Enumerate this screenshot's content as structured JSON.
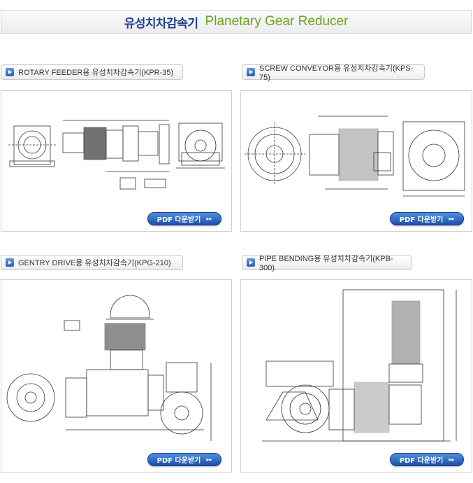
{
  "header": {
    "title_ko": "유성치차감속기",
    "title_en": "Planetary Gear Reducer"
  },
  "products": [
    {
      "label": "ROTARY FEEDER용 유성치차감속기(KPR-35)",
      "button": "PDF 다운받기"
    },
    {
      "label": "SCREW CONVEYOR용 유성치차감속기(KPS-75)",
      "button": "PDF 다운받기"
    },
    {
      "label": "GENTRY DRIVE용 유성치차감속기(KPG-210)",
      "button": "PDF 다운받기"
    },
    {
      "label": "PIPE BENDING용 유성치차감속기(KPB-300)",
      "button": "PDF 다운받기"
    }
  ],
  "button_arrows": "▸▸"
}
